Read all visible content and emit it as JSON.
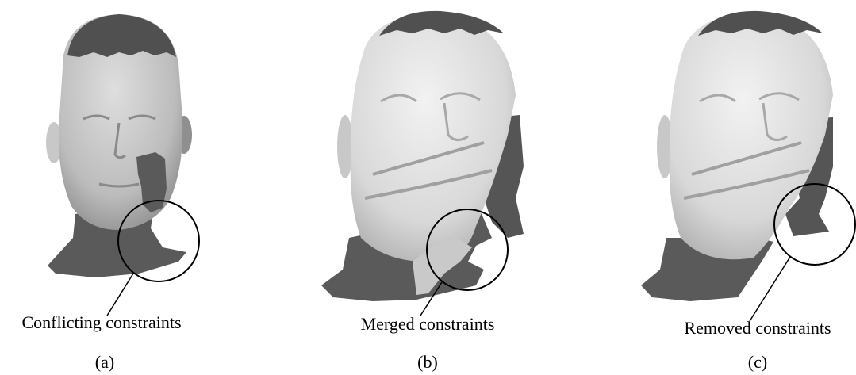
{
  "panels": [
    {
      "caption": "Conflicting constraints",
      "label": "(a)"
    },
    {
      "caption": "Merged constraints",
      "label": "(b)"
    },
    {
      "caption": "Removed constraints",
      "label": "(c)"
    }
  ],
  "colors": {
    "surface_light": "#e6e6e6",
    "surface_mid": "#bdbdbd",
    "surface_shadow": "#9a9a9a",
    "constraint_dark": "#5a5a5a",
    "outline": "#000000"
  }
}
